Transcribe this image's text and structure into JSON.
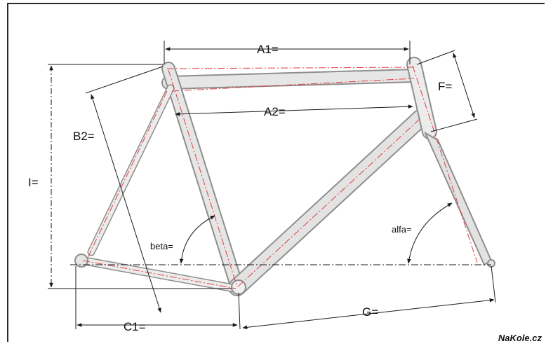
{
  "labels": {
    "A1": "A1=",
    "A2": "A2=",
    "F": "F=",
    "B2": "B2=",
    "I": "I=",
    "beta": "beta=",
    "alfa": "alfa=",
    "C1": "C1=",
    "G": "G="
  },
  "brand": "NaKole.cz",
  "colors": {
    "tube_fill": "#d9d9d9",
    "tube_edge": "#8a8a8a",
    "centerline": "#e04040",
    "dimension": "#1a1a1a"
  }
}
